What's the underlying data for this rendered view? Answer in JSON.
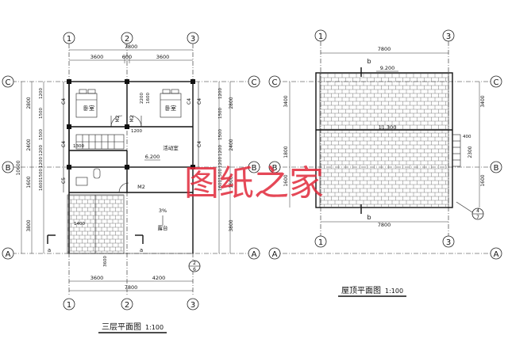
{
  "floor_plan": {
    "title": "三层平面图",
    "scale": "1:100",
    "axes_top": [
      "1",
      "2",
      "3"
    ],
    "axes_bottom": [
      "1",
      "2",
      "3"
    ],
    "axes_left": [
      "C",
      "B",
      "A"
    ],
    "axes_right": [
      "C",
      "B",
      "A"
    ],
    "dims_top": [
      "7800",
      "3600",
      "600",
      "3600"
    ],
    "dims_bottom": [
      "3600",
      "4200",
      "7800"
    ],
    "dims_left_outer": [
      "2800",
      "2400",
      "1600",
      "3800",
      "10600"
    ],
    "dims_left_inner": [
      "1200",
      "1500",
      "1500",
      "1200",
      "1200",
      "1500",
      "1600"
    ],
    "dims_right_outer": [
      "2800",
      "2400",
      "1600",
      "3800"
    ],
    "dims_right_inner": [
      "1200",
      "1500",
      "1500",
      "1200",
      "1200",
      "1500",
      "1600"
    ],
    "rooms": [
      "卧室",
      "卧室",
      "活动室",
      "露台"
    ],
    "window_labels": [
      "C4",
      "C4",
      "C4",
      "C4",
      "C5",
      "C4"
    ],
    "door_labels": [
      "M2",
      "M2",
      "M2"
    ],
    "level": "6.200",
    "slope": "3%",
    "note_a": "a",
    "inner_dims": [
      "1600",
      "2200",
      "1200",
      "1300",
      "3600",
      "1400"
    ],
    "detail_ref_top": "2",
    "detail_ref_bottom": "6"
  },
  "roof_plan": {
    "title": "屋顶平面图",
    "scale": "1:100",
    "axes_top": [
      "1",
      "3"
    ],
    "axes_bottom": [
      "1",
      "3"
    ],
    "axes_left": [
      "C",
      "B",
      "A"
    ],
    "axes_right": [
      "C",
      "B",
      "A"
    ],
    "dims_top": [
      "7800"
    ],
    "dims_bottom": [
      "7800"
    ],
    "dims_left": [
      "3400",
      "1800",
      "1600"
    ],
    "dims_right": [
      "3400",
      "2300",
      "1600"
    ],
    "ridge_level": "11.300",
    "eave_level": "9.200",
    "section_mark": "b",
    "small_dim": "400",
    "detail_ref_top": "4",
    "detail_ref_bottom": "7"
  },
  "watermark": "图纸之家"
}
